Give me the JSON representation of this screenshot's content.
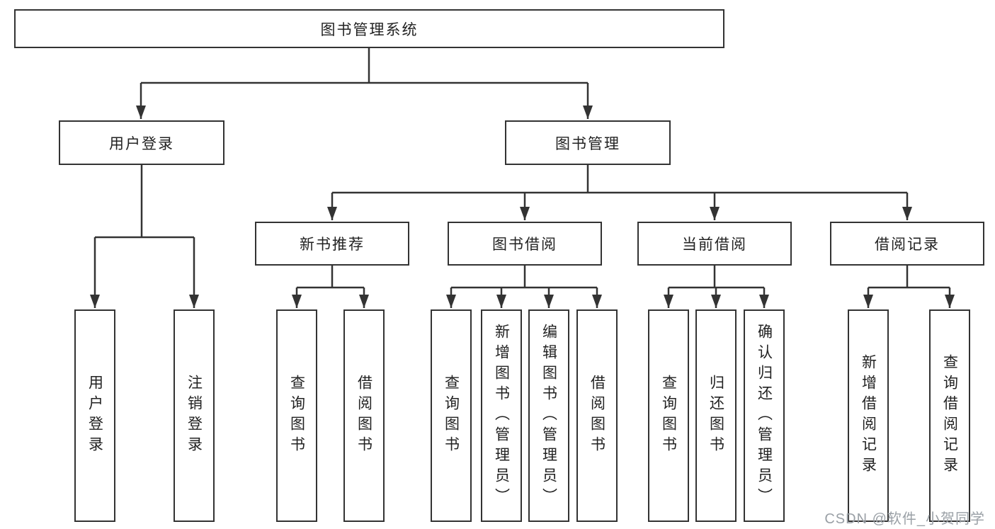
{
  "diagram": {
    "root_label": "图书管理系统",
    "level2": [
      "用户登录",
      "图书管理"
    ],
    "level3": [
      "新书推荐",
      "图书借阅",
      "当前借阅",
      "借阅记录"
    ],
    "groups": [
      {
        "parent": "用户登录",
        "children": [
          "用户登录",
          "注销登录"
        ]
      },
      {
        "parent": "新书推荐",
        "children": [
          "查询图书",
          "借阅图书"
        ]
      },
      {
        "parent": "图书借阅",
        "children": [
          "查询图书",
          "新增图书（管理员）",
          "编辑图书（管理员）",
          "借阅图书"
        ]
      },
      {
        "parent": "当前借阅",
        "children": [
          "查询图书",
          "归还图书",
          "确认归还（管理员）"
        ]
      },
      {
        "parent": "借阅记录",
        "children": [
          "新增借阅记录",
          "查询借阅记录"
        ]
      }
    ],
    "colors": {
      "line": "#333333",
      "box_border": "#333333",
      "box_background": "#ffffff",
      "text": "#222222",
      "watermark": "#9aa0a6"
    },
    "watermark": "CSDN @软件_小贺同学"
  }
}
